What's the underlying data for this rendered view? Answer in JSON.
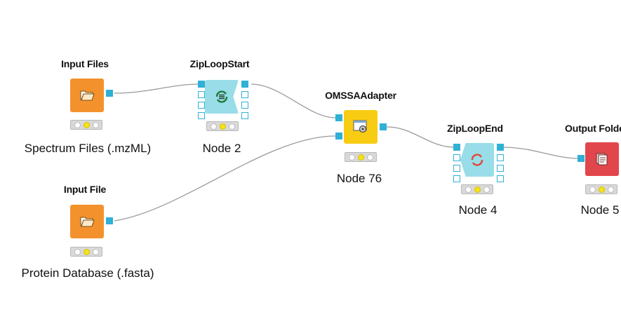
{
  "workflow": {
    "nodes": {
      "input_files": {
        "title": "Input Files",
        "label": "Spectrum Files (.mzML)",
        "icon": "folder-open-icon",
        "color": "#f3922d",
        "status": [
          "off",
          "yellow",
          "off"
        ]
      },
      "zip_loop_start": {
        "title": "ZipLoopStart",
        "label": "Node 2",
        "icon": "loop-start-icon",
        "color": "#98dde7",
        "status": [
          "off",
          "yellow",
          "off"
        ]
      },
      "input_file": {
        "title": "Input File",
        "label": "Protein Database (.fasta)",
        "icon": "folder-open-icon",
        "color": "#f3922d",
        "status": [
          "off",
          "yellow",
          "off"
        ]
      },
      "omssa_adapter": {
        "title": "OMSSAAdapter",
        "label": "Node 76",
        "icon": "settings-window-icon",
        "color": "#f7cc13",
        "status": [
          "off",
          "yellow",
          "off"
        ]
      },
      "zip_loop_end": {
        "title": "ZipLoopEnd",
        "label": "Node 4",
        "icon": "loop-end-icon",
        "color": "#98dde7",
        "status": [
          "off",
          "yellow",
          "off"
        ]
      },
      "output_folder": {
        "title": "Output Folder",
        "label": "Node 5",
        "icon": "output-files-icon",
        "color": "#e2464d",
        "status": [
          "off",
          "yellow",
          "off"
        ]
      }
    },
    "colors": {
      "port": "#2fb1d6",
      "connection": "#9a9a9a",
      "source": "#f3922d",
      "manipulator": "#f7cc13",
      "sink": "#e2464d",
      "loop": "#98dde7"
    }
  }
}
